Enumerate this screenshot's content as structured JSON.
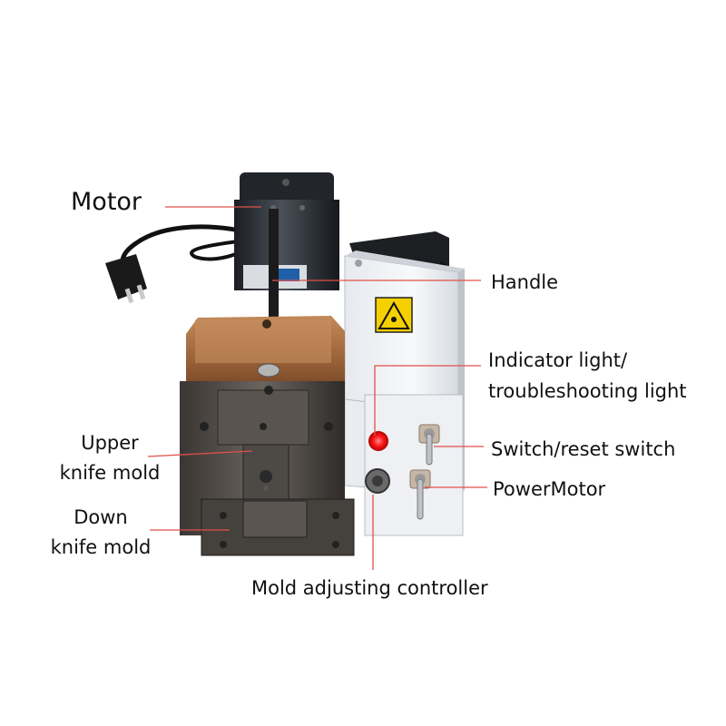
{
  "labels": {
    "motor": "Motor",
    "handle": "Handle",
    "indicator_line1": "Indicator light/",
    "indicator_line2": "troubleshooting light",
    "switch": "Switch/reset switch",
    "power_motor": "PowerMotor",
    "upper_line1": "Upper",
    "upper_line2": "knife mold",
    "down_line1": "Down",
    "down_line2": "knife mold",
    "mold_adjusting": "Mold adjusting controller"
  },
  "colors": {
    "leader_line": "#e0504a",
    "label_text": "#111111",
    "indicator_light": "#ff1a1a",
    "copper_block": "#b87a4a",
    "warning_sign": "#f4d000"
  }
}
